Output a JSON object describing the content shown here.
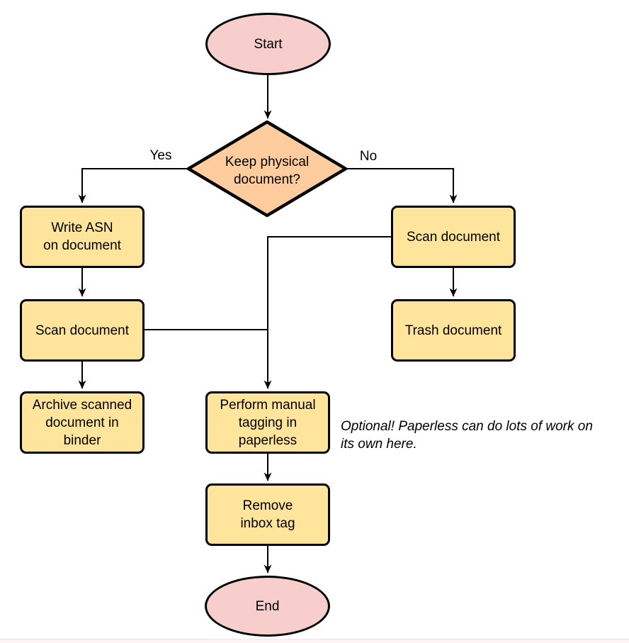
{
  "colors": {
    "background": "#ffffff",
    "terminal_fill": "#f8cecc",
    "decision_fill": "#ffcc9e",
    "process_fill": "#ffe49c",
    "stroke": "#000000",
    "text": "#000000"
  },
  "nodes": {
    "start": {
      "label": "Start",
      "shape": "ellipse-terminal"
    },
    "decision": {
      "label": "Keep physical\ndocument?",
      "shape": "diamond-decision"
    },
    "write_asn": {
      "label": "Write ASN\non document",
      "shape": "process"
    },
    "scan_left": {
      "label": "Scan document",
      "shape": "process"
    },
    "archive": {
      "label": "Archive scanned\ndocument in\nbinder",
      "shape": "process"
    },
    "scan_right": {
      "label": "Scan document",
      "shape": "process"
    },
    "trash": {
      "label": "Trash document",
      "shape": "process"
    },
    "tagging": {
      "label": "Perform manual\ntagging in\npaperless",
      "shape": "process"
    },
    "remove_inbox": {
      "label": "Remove\ninbox tag",
      "shape": "process"
    },
    "end": {
      "label": "End",
      "shape": "ellipse-terminal"
    }
  },
  "edge_labels": {
    "yes": "Yes",
    "no": "No"
  },
  "edges": [
    {
      "from": "start",
      "to": "decision"
    },
    {
      "from": "decision",
      "to": "write_asn",
      "label": "Yes"
    },
    {
      "from": "decision",
      "to": "scan_right",
      "label": "No"
    },
    {
      "from": "write_asn",
      "to": "scan_left"
    },
    {
      "from": "scan_left",
      "to": "archive"
    },
    {
      "from": "scan_left",
      "to": "tagging"
    },
    {
      "from": "scan_right",
      "to": "trash"
    },
    {
      "from": "scan_right",
      "to": "tagging"
    },
    {
      "from": "tagging",
      "to": "remove_inbox"
    },
    {
      "from": "remove_inbox",
      "to": "end"
    }
  ],
  "annotation": "Optional! Paperless can do lots of work on\nits own here."
}
